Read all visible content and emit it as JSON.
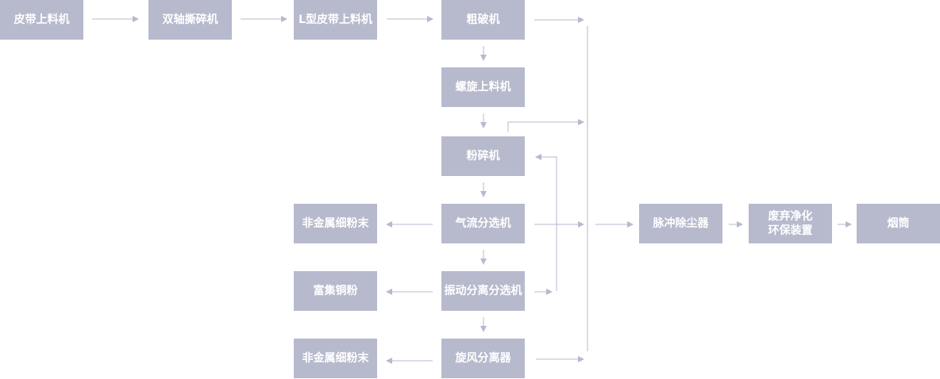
{
  "colors": {
    "box": "#b7b9cd",
    "line": "#b7b9cd",
    "text": "#ffffff"
  },
  "nodes": {
    "belt_feeder": "皮带上料机",
    "twin_shaft_shredder": "双轴撕碎机",
    "l_belt_feeder": "L型皮带上料机",
    "coarse_crusher": "粗破机",
    "screw_feeder": "螺旋上料机",
    "pulverizer": "粉碎机",
    "air_separator": "气流分选机",
    "vibration_separator": "振动分离分选机",
    "cyclone_separator": "旋风分离器",
    "nonmetal_powder_1": "非金属细粉末",
    "copper_powder": "富集铜粉",
    "nonmetal_powder_2": "非金属细粉末",
    "pulse_dust_collector": "脉冲除尘器",
    "waste_purifier": "废弃净化\n环保装置",
    "chimney": "烟筒"
  }
}
